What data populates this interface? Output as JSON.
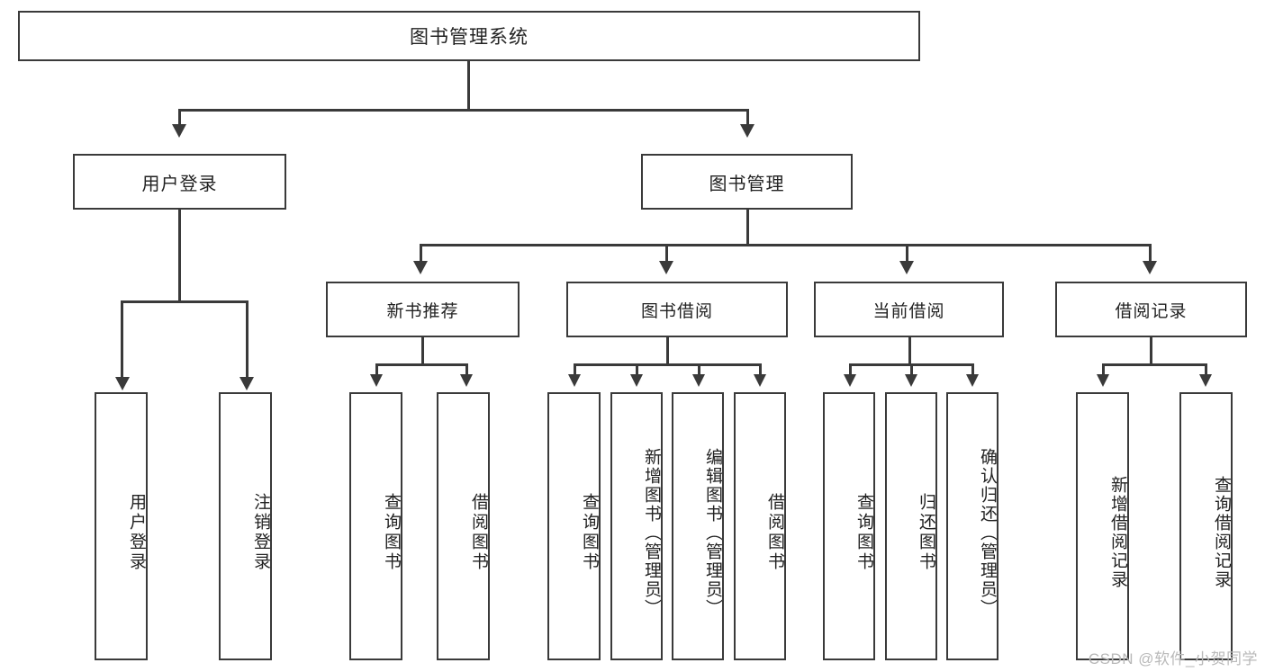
{
  "diagram": {
    "title": "图书管理系统",
    "root": {
      "label": "图书管理系统"
    },
    "level1": [
      {
        "label": "用户登录"
      },
      {
        "label": "图书管理"
      }
    ],
    "level2": [
      {
        "label": "新书推荐"
      },
      {
        "label": "图书借阅"
      },
      {
        "label": "当前借阅"
      },
      {
        "label": "借阅记录"
      }
    ],
    "leaves": {
      "user_login": [
        {
          "label": "用户登录"
        },
        {
          "label": "注销登录"
        }
      ],
      "new_book": [
        {
          "label": "查询图书"
        },
        {
          "label": "借阅图书"
        }
      ],
      "book_borrow": [
        {
          "label": "查询图书"
        },
        {
          "label": "新增图书（管理员）"
        },
        {
          "label": "编辑图书（管理员）"
        },
        {
          "label": "借阅图书"
        }
      ],
      "current_borrow": [
        {
          "label": "查询图书"
        },
        {
          "label": "归还图书"
        },
        {
          "label": "确认归还（管理员）"
        }
      ],
      "borrow_record": [
        {
          "label": "新增借阅记录"
        },
        {
          "label": "查询借阅记录"
        }
      ]
    }
  },
  "watermark": {
    "text": "CSDN @软件_小贺同学"
  },
  "colors": {
    "stroke": "#3a3a3a",
    "background": "#ffffff",
    "text": "#222222",
    "watermark": "#b9b9b9"
  }
}
